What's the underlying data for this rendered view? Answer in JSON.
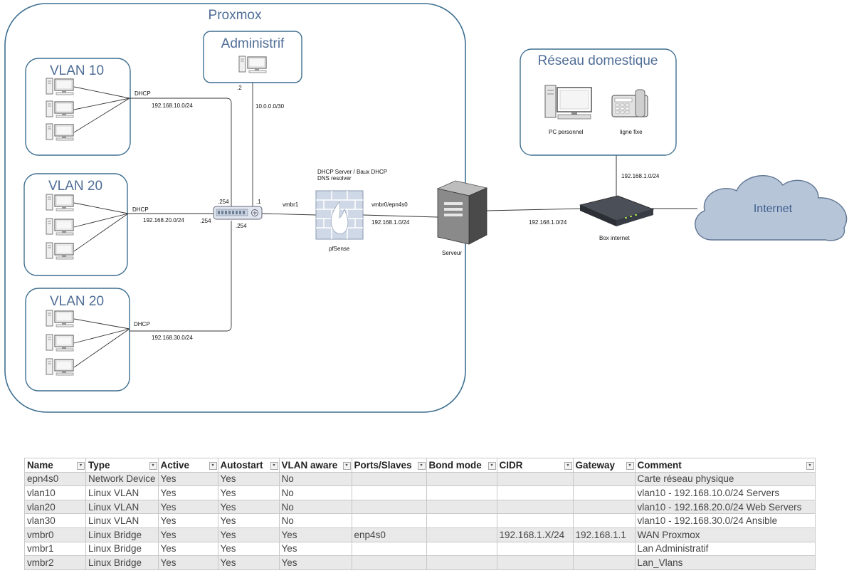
{
  "diagram": {
    "proxmox_title": "Proxmox",
    "admin_title": "Administrif",
    "home_title": "Réseau domestique",
    "vlan_boxes": [
      {
        "title": "VLAN 10",
        "dhcp": "DHCP",
        "subnet": "192.168.10.0/24"
      },
      {
        "title": "VLAN 20",
        "dhcp": "DHCP",
        "subnet": "192.168.20.0/24"
      },
      {
        "title": "VLAN 20",
        "dhcp": "DHCP",
        "subnet": "192.168.30.0/24"
      }
    ],
    "admin_ip": ".2",
    "admin_subnet": "10.0.0.0/30",
    "switch_ports": {
      "top": ".254",
      "left": ".254",
      "bottom": ".254",
      "right": ".1"
    },
    "vmbr1_label": "vmbr1",
    "pfsense_desc_1": "DHCP Server / Baux DHCP",
    "pfsense_desc_2": "DNS resolver",
    "pfsense_label": "pfSense",
    "wan_iface": "vmbr0/epn4s0",
    "wan_subnet": "192.168.1.0/24",
    "server_label": "Serveur",
    "server_box_subnet": "192.168.1.0/24",
    "box_label": "Box internet",
    "home_subnet": "192.168.1.0/24",
    "pc_label": "PC personnel",
    "phone_label": "ligne fixe",
    "internet_label": "Internet"
  },
  "table": {
    "columns": [
      "Name",
      "Type",
      "Active",
      "Autostart",
      "VLAN aware",
      "Ports/Slaves",
      "Bond mode",
      "CIDR",
      "Gateway",
      "Comment"
    ],
    "rows": [
      [
        "epn4s0",
        "Network Device",
        "Yes",
        "Yes",
        "No",
        "",
        "",
        "",
        "",
        "Carte réseau physique"
      ],
      [
        "vlan10",
        "Linux VLAN",
        "Yes",
        "Yes",
        "No",
        "",
        "",
        "",
        "",
        "vlan10 - 192.168.10.0/24 Servers"
      ],
      [
        "vlan20",
        "Linux VLAN",
        "Yes",
        "Yes",
        "No",
        "",
        "",
        "",
        "",
        "vlan10 - 192.168.20.0/24 Web Servers"
      ],
      [
        "vlan30",
        "Linux VLAN",
        "Yes",
        "Yes",
        "No",
        "",
        "",
        "",
        "",
        "vlan10 - 192.168.30.0/24 Ansible"
      ],
      [
        "vmbr0",
        "Linux Bridge",
        "Yes",
        "Yes",
        "Yes",
        "enp4s0",
        "",
        "192.168.1.X/24",
        "192.168.1.1",
        "WAN Proxmox"
      ],
      [
        "vmbr1",
        "Linux Bridge",
        "Yes",
        "Yes",
        "Yes",
        "",
        "",
        "",
        "",
        "Lan Administratif"
      ],
      [
        "vmbr2",
        "Linux Bridge",
        "Yes",
        "Yes",
        "Yes",
        "",
        "",
        "",
        "",
        "Lan_Vlans"
      ]
    ]
  },
  "colors": {
    "frame": "#3e6f90",
    "title": "#4f6d96",
    "cloud": "#b7c5d8",
    "cloud_text": "#3f5f8f"
  },
  "icons": [
    "computer-icon",
    "network-switch-icon",
    "firewall-icon",
    "server-tower-icon",
    "router-box-icon",
    "desk-phone-icon",
    "cloud-icon",
    "filter-dropdown-icon"
  ]
}
